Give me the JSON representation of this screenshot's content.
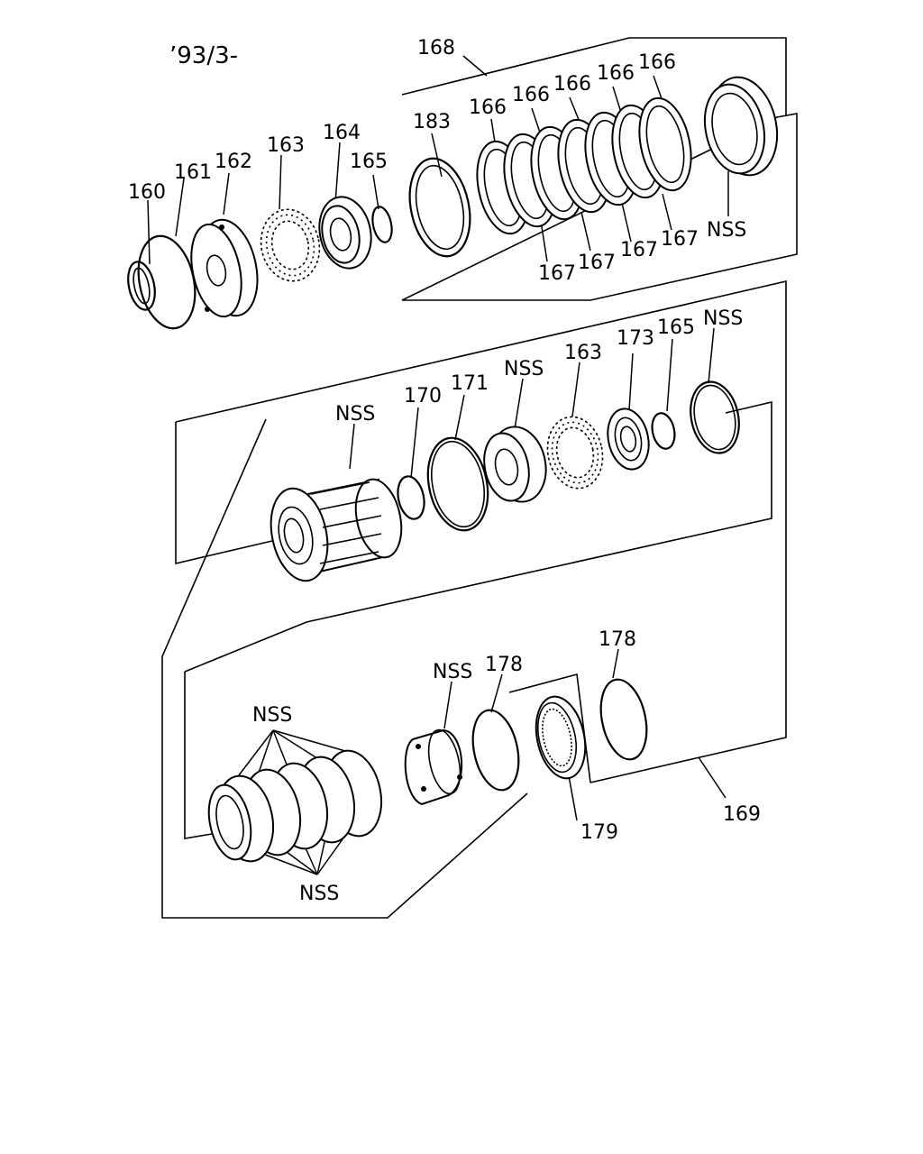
{
  "version_note": "’93/3-",
  "labels": {
    "l168": "168",
    "l183": "183",
    "l166a": "166",
    "l166b": "166",
    "l166c": "166",
    "l166d": "166",
    "l166e": "166",
    "l167a": "167",
    "l167b": "167",
    "l167c": "167",
    "l167d": "167",
    "nss_top": "NSS",
    "l160": "160",
    "l161": "161",
    "l162": "162",
    "l163a": "163",
    "l164": "164",
    "l165a": "165",
    "nss_mid1": "NSS",
    "l170": "170",
    "l171": "171",
    "nss_mid2": "NSS",
    "l163b": "163",
    "l173": "173",
    "l165b": "165",
    "nss_mid3": "NSS",
    "nss_low1": "NSS",
    "nss_low2": "NSS",
    "nss_low3": "NSS",
    "l178a": "178",
    "l178b": "178",
    "l179": "179",
    "l169": "169"
  }
}
